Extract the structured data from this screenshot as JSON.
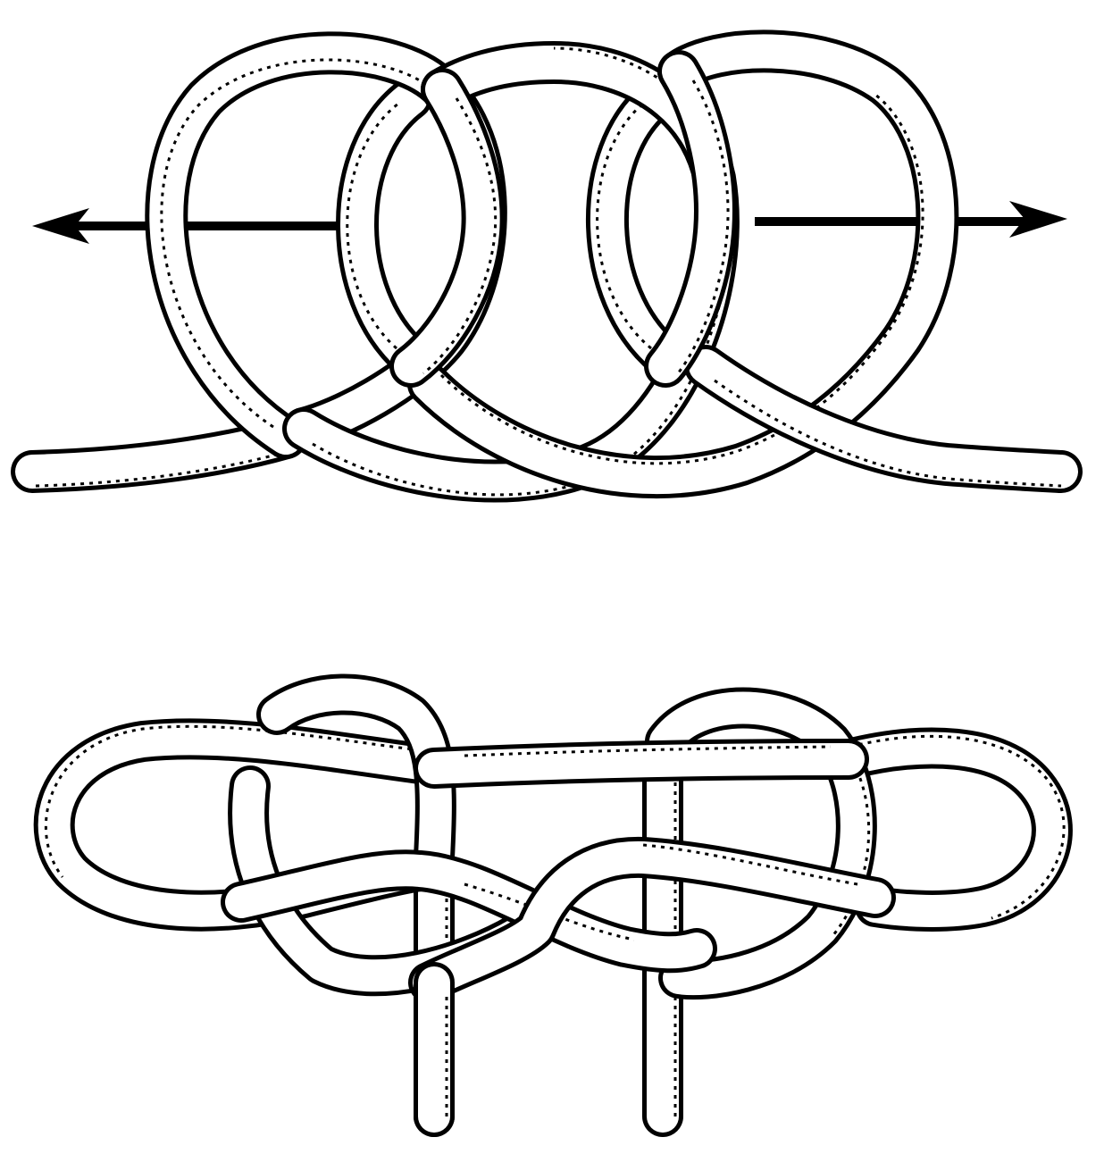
{
  "diagram": {
    "title": "",
    "figures": [
      {
        "name": "loops-before-tightening",
        "loops": 3,
        "arrows": [
          "left",
          "right"
        ]
      },
      {
        "name": "tied-knot"
      }
    ]
  },
  "colors": {
    "ink": "#000000",
    "paper": "#ffffff"
  }
}
